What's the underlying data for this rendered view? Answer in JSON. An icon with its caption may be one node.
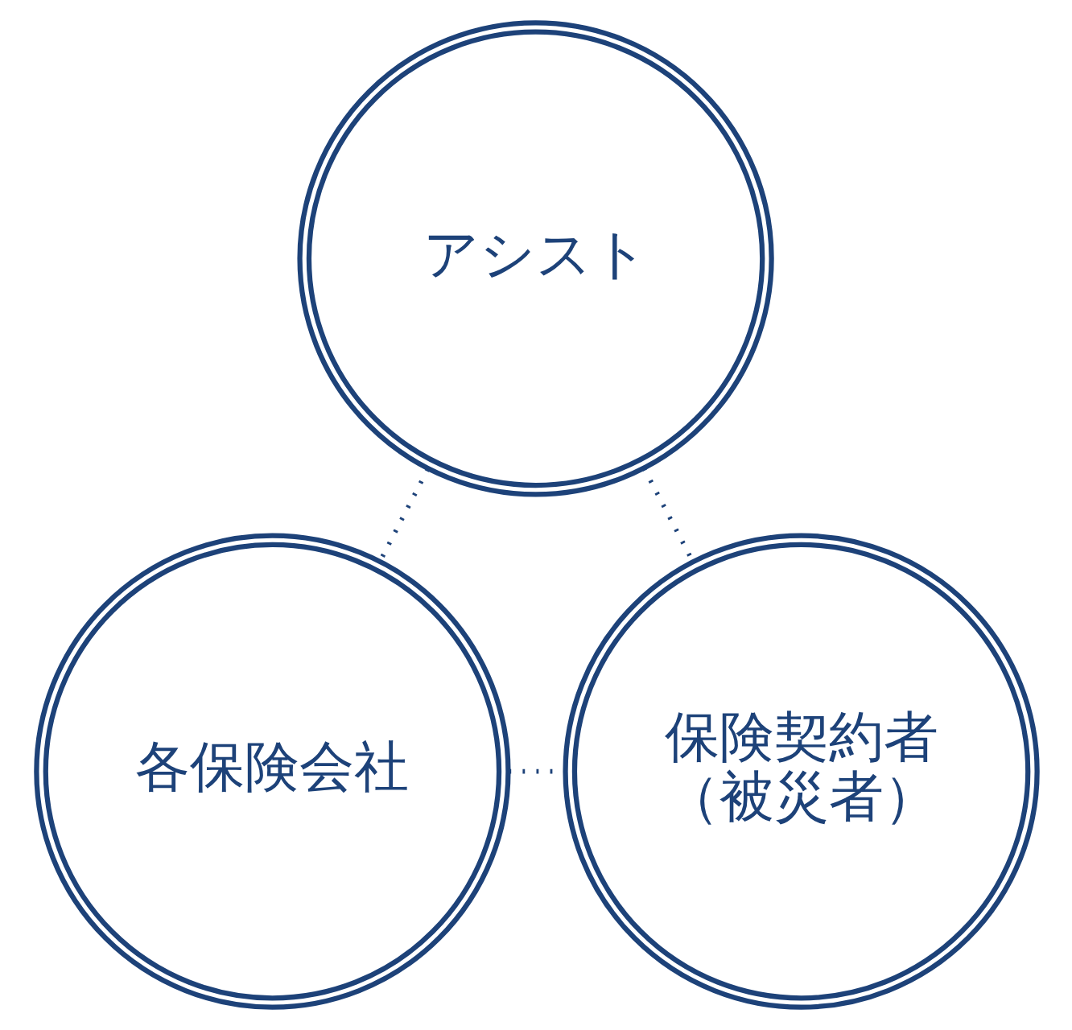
{
  "diagram": {
    "nodes": [
      {
        "text": [
          "アシスト"
        ]
      },
      {
        "text": [
          "各保険会社"
        ]
      },
      {
        "text": [
          "保険契約者（被災者）"
        ]
      }
    ],
    "edges": [
      {
        "from": 0,
        "to": 1,
        "arrow": "none",
        "style": "dashed"
      },
      {
        "from": 0,
        "to": 2,
        "arrow": "none",
        "style": "dashed"
      },
      {
        "from": 1,
        "to": 2,
        "arrow": "none",
        "style": "dashed"
      }
    ]
  }
}
